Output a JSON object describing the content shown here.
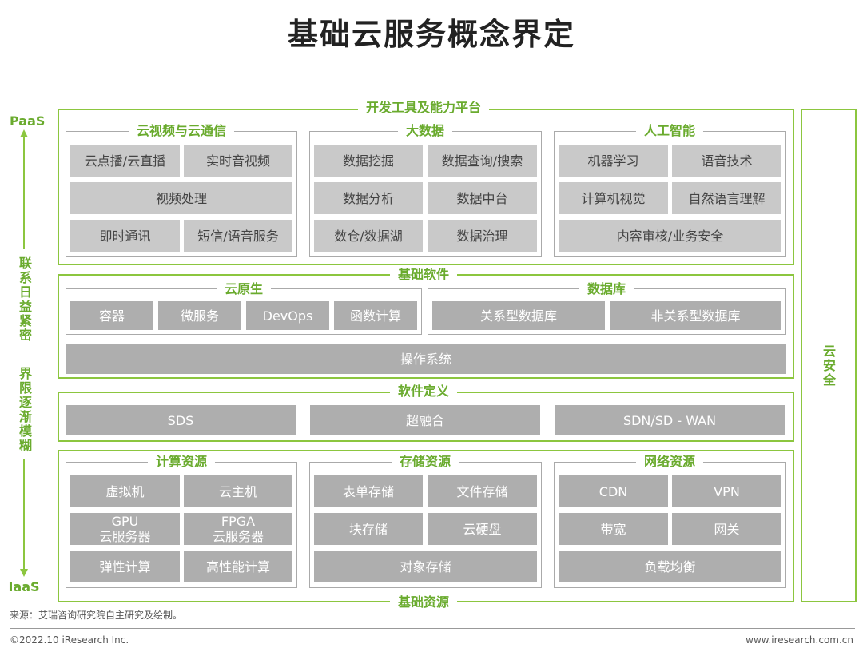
{
  "title": "基础云服务概念界定",
  "left_axis": {
    "top": "PaaS",
    "bottom": "IaaS",
    "middle_1": "联系日益紧密",
    "middle_2": "界限逐渐模糊"
  },
  "right_column": {
    "label": "云安全"
  },
  "paas": {
    "label": "开发工具及能力平台",
    "groups": [
      {
        "label": "云视频与云通信",
        "items": [
          "云点播/云直播",
          "实时音视频",
          "视频处理",
          "即时通讯",
          "短信/语音服务"
        ]
      },
      {
        "label": "大数据",
        "items": [
          "数据挖掘",
          "数据查询/搜索",
          "数据分析",
          "数据中台",
          "数仓/数据湖",
          "数据治理"
        ]
      },
      {
        "label": "人工智能",
        "items": [
          "机器学习",
          "语音技术",
          "计算机视觉",
          "自然语言理解",
          "内容审核/业务安全"
        ]
      }
    ]
  },
  "software": {
    "label": "基础软件",
    "cloud_native": {
      "label": "云原生",
      "items": [
        "容器",
        "微服务",
        "DevOps",
        "函数计算"
      ]
    },
    "database": {
      "label": "数据库",
      "items": [
        "关系型数据库",
        "非关系型数据库"
      ]
    },
    "os": "操作系统"
  },
  "sdx": {
    "label": "软件定义",
    "items": [
      "SDS",
      "超融合",
      "SDN/SD - WAN"
    ]
  },
  "iaas": {
    "label": "基础资源",
    "groups": [
      {
        "label": "计算资源",
        "items": [
          "虚拟机",
          "云主机",
          "GPU\n云服务器",
          "FPGA\n云服务器",
          "弹性计算",
          "高性能计算"
        ]
      },
      {
        "label": "存储资源",
        "items": [
          "表单存储",
          "文件存储",
          "块存储",
          "云硬盘",
          "对象存储"
        ]
      },
      {
        "label": "网络资源",
        "items": [
          "CDN",
          "VPN",
          "带宽",
          "网关",
          "负载均衡"
        ]
      }
    ]
  },
  "source": "来源：艾瑞咨询研究院自主研究及绘制。",
  "copyright": "©2022.10 iResearch Inc.",
  "website": "www.iresearch.com.cn",
  "colors": {
    "accent": "#8cc63f",
    "tile": "#c9c9c9",
    "tile_dark": "#aeaeae"
  }
}
